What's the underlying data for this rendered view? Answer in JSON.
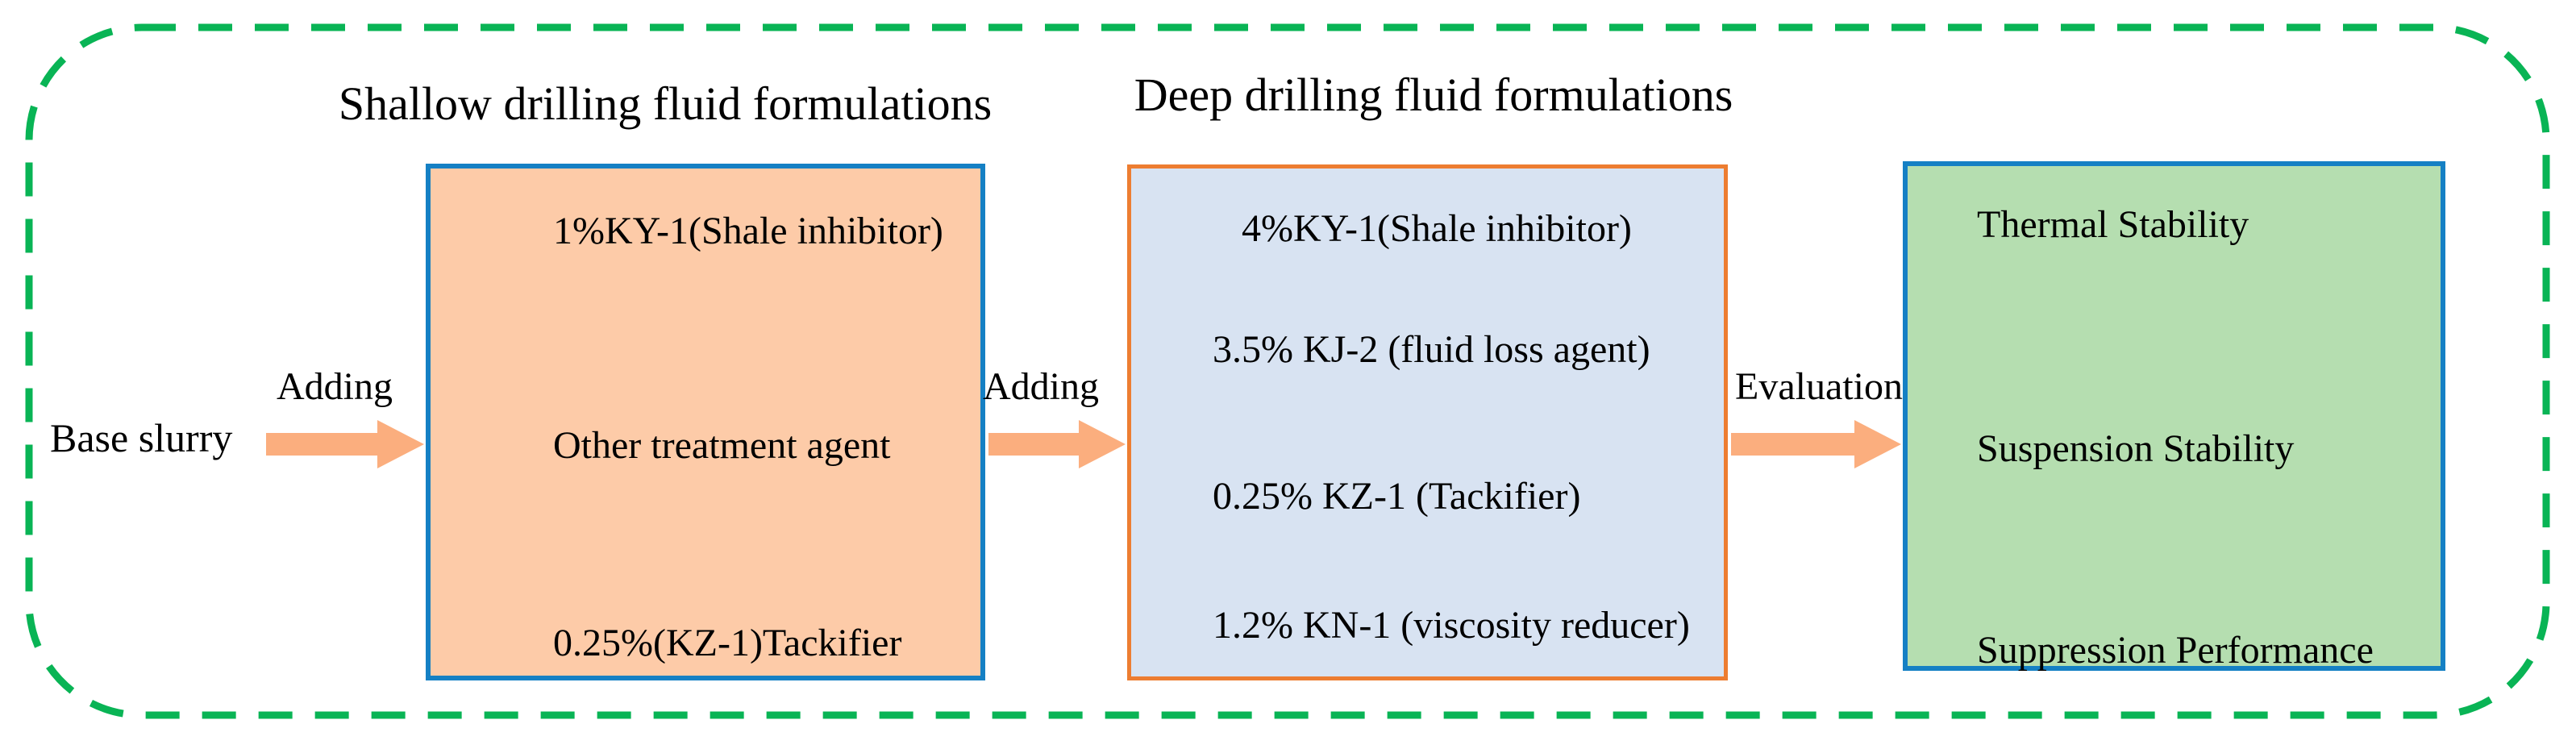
{
  "diagram": {
    "start_label": "Base slurry",
    "sections": [
      {
        "name": "shallow",
        "title": "Shallow drilling fluid formulations",
        "arrow_label": "Adding",
        "items": [
          "1%KY-1(Shale inhibitor)",
          "Other treatment agent",
          "0.25%(KZ-1)Tackifier"
        ]
      },
      {
        "name": "deep",
        "title": "Deep drilling fluid formulations",
        "arrow_label": "Adding",
        "items": [
          "4%KY-1(Shale inhibitor)",
          "3.5% KJ-2 (fluid loss agent)",
          "0.25% KZ-1 (Tackifier)",
          "1.2% KN-1 (viscosity reducer)"
        ]
      },
      {
        "name": "evaluation",
        "arrow_label": "Evaluation",
        "items": [
          "Thermal Stability",
          "Suspension Stability",
          "Suppression Performance"
        ]
      }
    ]
  },
  "colors": {
    "border-green": "#09B455",
    "box-blue-border": "#1580C4",
    "box-orange-border": "#ED7D31",
    "brace-orange": "#F07D2B",
    "arrow-fill": "#FBAE7E",
    "shallow-box-fill": "#FDCBA8",
    "deep-box-fill": "#D8E3F2",
    "evaluation-box-fill": "#B5DEB0",
    "text": "#000000",
    "background": "#FFFFFF"
  }
}
